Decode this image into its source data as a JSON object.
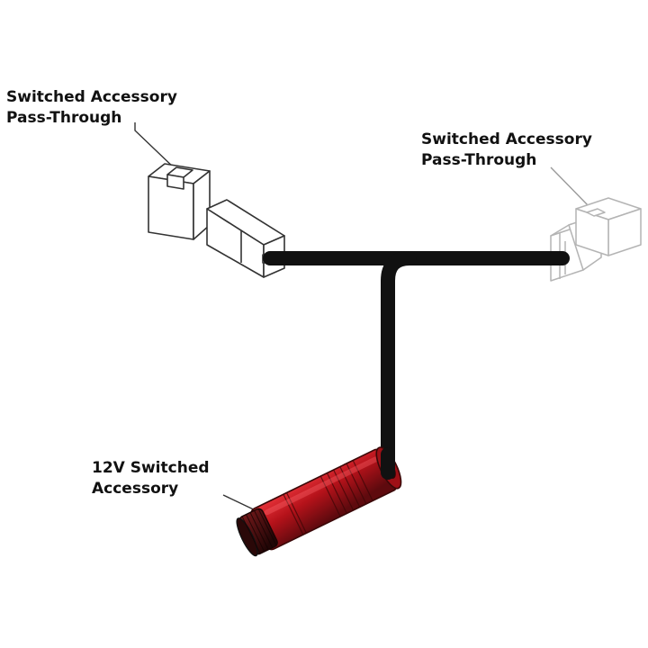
{
  "labels": {
    "left_connector": {
      "line1": "Switched Accessory",
      "line2": "Pass-Through"
    },
    "right_connector": {
      "line1": "Switched Accessory",
      "line2": "Pass-Through"
    },
    "bottom_connector": {
      "line1": "12V Switched",
      "line2": "Accessory"
    }
  },
  "colors": {
    "cable": "#111111",
    "barrel_red": "#c8141b",
    "barrel_dark": "#2a0a0a",
    "outline_dark": "#333333",
    "outline_faded": "#b4b4b4"
  },
  "icons": {
    "left_connector": "two-pin-connector-icon",
    "right_connector": "two-pin-connector-icon",
    "bottom_connector": "barrel-socket-icon"
  }
}
